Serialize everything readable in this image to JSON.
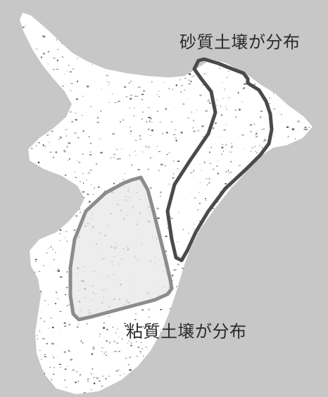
{
  "map": {
    "colors": {
      "sea": "#c7c7c7",
      "land": "#ffffff",
      "speckle_dark": "#262626",
      "speckle_mid": "#7a7a7a",
      "sandy_outline": "#4a4a4a",
      "clay_outline": "#8c8c8c",
      "clay_fill": "#e6e6e6"
    },
    "regions": [
      {
        "label": "砂質土壌が分布",
        "kind": "sandy-soil-area"
      },
      {
        "label": "粘質土壌が分布",
        "kind": "clay-soil-area"
      }
    ]
  }
}
